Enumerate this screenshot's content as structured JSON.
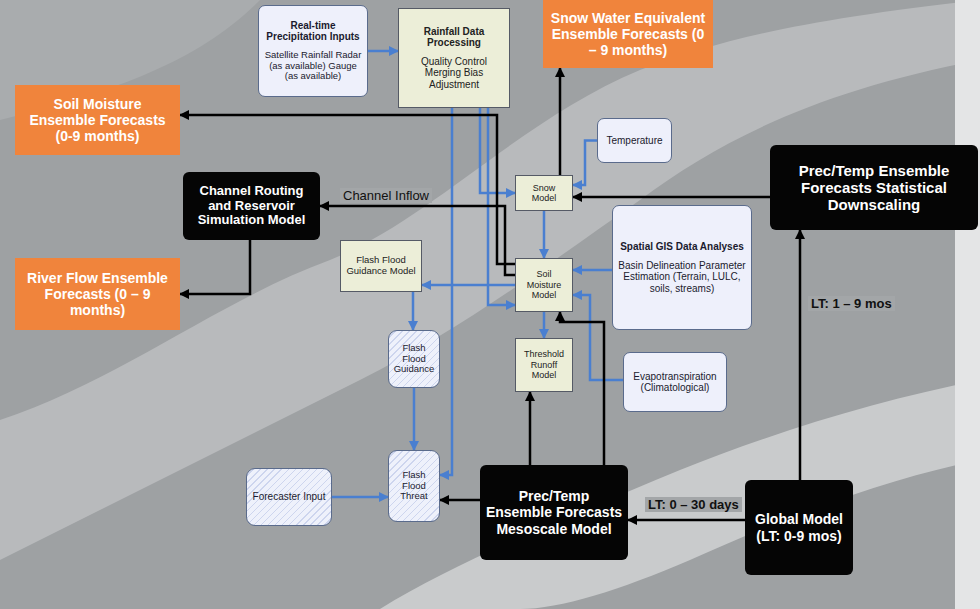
{
  "diagram": {
    "nodes": [
      {
        "text": [
          "Real-time Precipitation Inputs",
          "Satellite Rainfall Radar (as available) Gauge (as available)"
        ]
      },
      {
        "text": [
          "Rainfall Data Processing",
          "Quality Control Merging Bias Adjustment"
        ]
      },
      {
        "text": [
          "Snow Water Equivalent Ensemble Forecasts (0 – 9 months)"
        ]
      },
      {
        "text": [
          "Soil Moisture Ensemble Forecasts (0-9 months)"
        ]
      },
      {
        "text": [
          "Temperature"
        ]
      },
      {
        "text": [
          "Prec/Temp Ensemble Forecasts Statistical Downscaling"
        ]
      },
      {
        "text": [
          "Channel Routing and Reservoir Simulation Model"
        ]
      },
      {
        "text": [
          "Snow Model"
        ]
      },
      {
        "text": [
          "Spatial GIS Data Analyses",
          "Basin Delineation Parameter Estimation (Terrain, LULC, soils, streams)"
        ]
      },
      {
        "text": [
          "River Flow Ensemble Forecasts (0 – 9 months)"
        ]
      },
      {
        "text": [
          "Flash Flood Guidance Model"
        ]
      },
      {
        "text": [
          "Soil Moisture Model"
        ]
      },
      {
        "text": [
          "Threshold Runoff Model"
        ]
      },
      {
        "text": [
          "Evapotranspiration (Climatological)"
        ]
      },
      {
        "text": [
          "Flash Flood Guidance"
        ]
      },
      {
        "text": [
          "Forecaster Input"
        ]
      },
      {
        "text": [
          "Flash Flood Threat"
        ]
      },
      {
        "text": [
          "Prec/Temp Ensemble Forecasts Mesoscale Model"
        ]
      },
      {
        "text": [
          "Global Model (LT: 0-9 mos)"
        ]
      }
    ],
    "edges": [
      {
        "from": 0,
        "to": 1,
        "arrow": "to"
      },
      {
        "from": 1,
        "to": 7,
        "arrow": "to"
      },
      {
        "from": 1,
        "to": 11,
        "arrow": "to"
      },
      {
        "from": 1,
        "to": 16,
        "arrow": "to"
      },
      {
        "from": 7,
        "to": 2,
        "arrow": "to"
      },
      {
        "from": 4,
        "to": 7,
        "arrow": "to"
      },
      {
        "from": 7,
        "to": 11,
        "arrow": "to"
      },
      {
        "from": 11,
        "to": 3,
        "arrow": "to"
      },
      {
        "from": 11,
        "to": 6,
        "label": "Channel Inflow",
        "arrow": "to"
      },
      {
        "from": 11,
        "to": 10,
        "arrow": "to"
      },
      {
        "from": 11,
        "to": 12,
        "arrow": "to"
      },
      {
        "from": 8,
        "to": 11,
        "arrow": "to"
      },
      {
        "from": 13,
        "to": 11,
        "arrow": "to"
      },
      {
        "from": 5,
        "to": 7,
        "arrow": "to"
      },
      {
        "from": 18,
        "to": 5,
        "label": "LT: 1 – 9 mos",
        "arrow": "to"
      },
      {
        "from": 18,
        "to": 17,
        "label": "LT: 0 – 30 days",
        "arrow": "to"
      },
      {
        "from": 17,
        "to": 11,
        "arrow": "to"
      },
      {
        "from": 17,
        "to": 12,
        "arrow": "to"
      },
      {
        "from": 17,
        "to": 16,
        "arrow": "to"
      },
      {
        "from": 10,
        "to": 14,
        "arrow": "to"
      },
      {
        "from": 14,
        "to": 16,
        "arrow": "to"
      },
      {
        "from": 15,
        "to": 16,
        "arrow": "to"
      },
      {
        "from": 6,
        "to": 9,
        "arrow": "to"
      }
    ]
  }
}
